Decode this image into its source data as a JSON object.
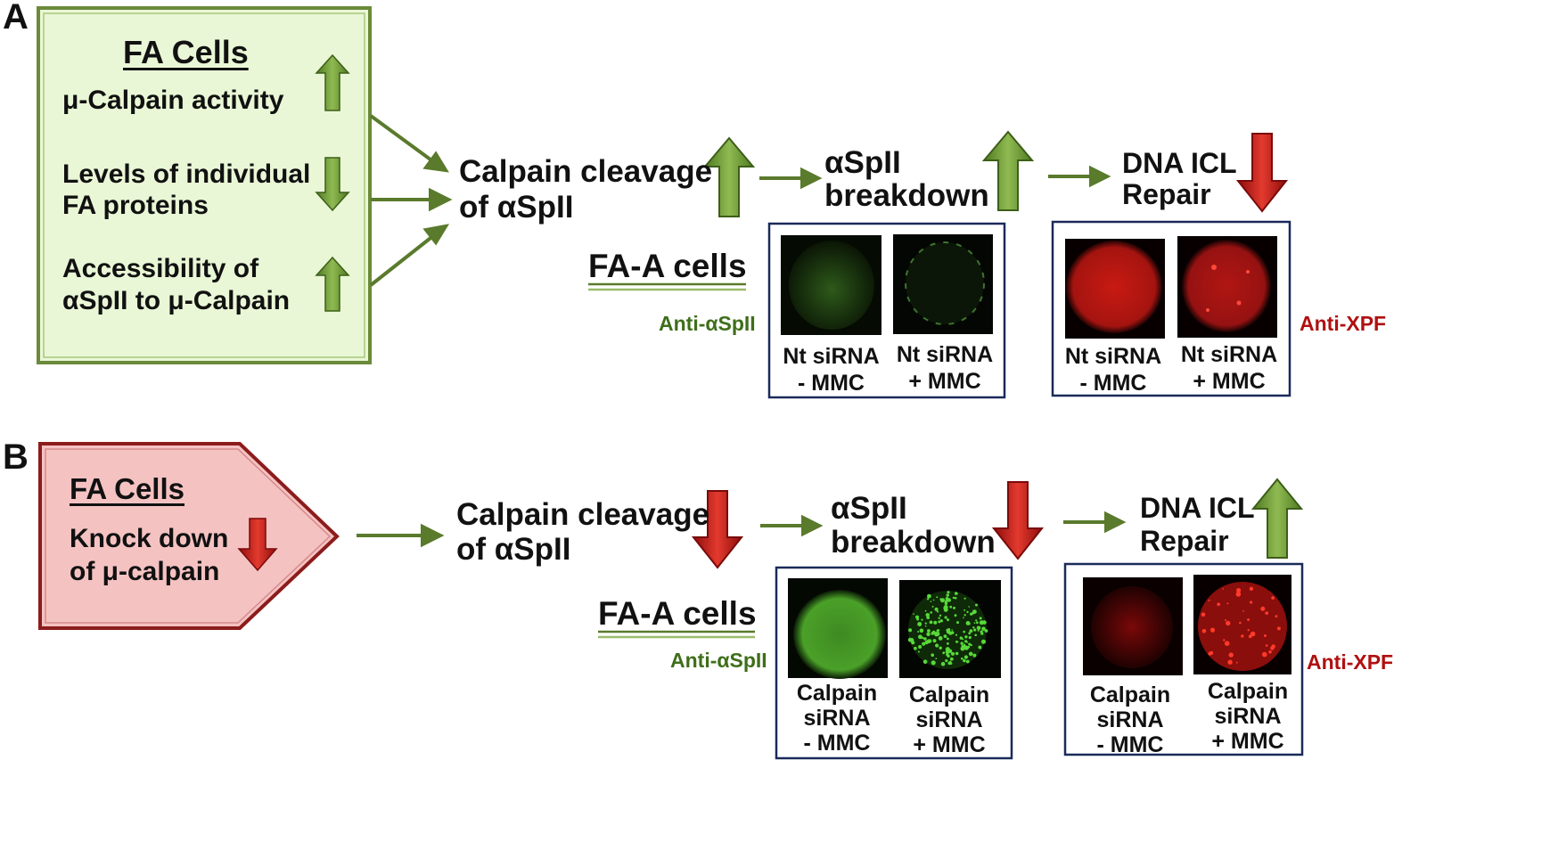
{
  "panel_a": {
    "letter": "A",
    "box": {
      "title": "FA Cells",
      "item1": "μ-Calpain activity",
      "item2_line1": "Levels of individual",
      "item2_line2": "FA proteins",
      "item3_line1": "Accessibility of",
      "item3_line2": "αSpII to μ-Calpain"
    },
    "step1_line1": "Calpain cleavage",
    "step1_line2": "of αSpII",
    "step2_line1": "αSpII",
    "step2_line2": "breakdown",
    "step3_line1": "DNA ICL",
    "step3_line2": "Repair",
    "fa_cells": "FA-A cells",
    "anti_spii": "Anti-αSpII",
    "anti_xpf": "Anti-XPF",
    "img1_line1": "Nt siRNA",
    "img1_line2": "- MMC",
    "img2_line1": "Nt siRNA",
    "img2_line2": "+ MMC",
    "img3_line1": "Nt siRNA",
    "img3_line2": "- MMC",
    "img4_line1": "Nt siRNA",
    "img4_line2": "+ MMC"
  },
  "panel_b": {
    "letter": "B",
    "box": {
      "title": "FA Cells",
      "line1": "Knock down",
      "line2": "of μ-calpain"
    },
    "step1_line1": "Calpain cleavage",
    "step1_line2": "of αSpII",
    "step2_line1": "αSpII",
    "step2_line2": "breakdown",
    "step3_line1": "DNA ICL",
    "step3_line2": "Repair",
    "fa_cells": "FA-A cells",
    "anti_spii": "Anti-αSpII",
    "anti_xpf": "Anti-XPF",
    "img1_line1": "Calpain",
    "img1_line2": "siRNA",
    "img1_line3": "- MMC",
    "img2_line1": "Calpain",
    "img2_line2": "siRNA",
    "img2_line3": "+ MMC",
    "img3_line1": "Calpain",
    "img3_line2": "siRNA",
    "img3_line3": "- MMC",
    "img4_line1": "Calpain",
    "img4_line2": "siRNA",
    "img4_line3": "+ MMC"
  },
  "colors": {
    "green_box_fill": "#e9f7d6",
    "green_box_border": "#6b8a3a",
    "pink_box_fill": "#f5c2c2",
    "pink_box_border": "#8c1c1c",
    "arrow_green": "#5a7a2c",
    "up_arrow_green": "#6f9a36",
    "down_arrow_red": "#c01818",
    "label_green": "#3f6e1a",
    "label_red": "#b01010",
    "frame_navy": "#1a2a5a"
  },
  "icons": {
    "up": "up-arrow-icon",
    "down": "down-arrow-icon",
    "flow": "right-arrow-icon"
  }
}
